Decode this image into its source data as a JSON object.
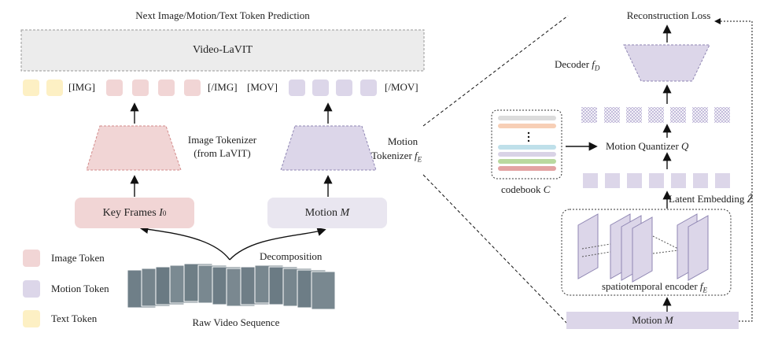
{
  "top_title": "Next Image/Motion/Text Token Prediction",
  "llm_label": "Video-LaVIT",
  "token_labels": {
    "img_open": "[IMG]",
    "img_close": "[/IMG]",
    "mov_open": "[MOV]",
    "mov_close": "[/MOV]"
  },
  "image_tokenizer": {
    "line1": "Image Tokenizer",
    "line2": "(from LaVIT)"
  },
  "motion_tokenizer": {
    "line1": "Motion",
    "line2": "Tokenizer"
  },
  "key_frames_label": "Key Frames",
  "motion_label": "Motion",
  "decomposition_label": "Decomposition",
  "raw_video_label": "Raw Video Sequence",
  "legend": [
    {
      "label": "Image Token",
      "color": "#f1d5d5"
    },
    {
      "label": "Motion Token",
      "color": "#dcd6e9"
    },
    {
      "label": "Text Token",
      "color": "#fdf0c4"
    }
  ],
  "right_panel": {
    "reconstruction_loss": "Reconstruction Loss",
    "decoder_label": "Decoder",
    "motion_quantizer_label": "Motion Quantizer",
    "latent_embedding_label": "Latent Embedding",
    "codebook_label": "codebook",
    "encoder_label": "spatiotemporal encoder",
    "motion_input_label": "Motion"
  },
  "colors": {
    "image": "#f1d5d5",
    "motion": "#dcd6e9",
    "text": "#fdf0c4",
    "llm_bg": "#ececec",
    "codebook_rows": [
      "#dcdcdc",
      "#f7cfb6",
      "#bfe0ea",
      "#d9d3e6",
      "#b9d99f",
      "#e3a3a3"
    ]
  }
}
